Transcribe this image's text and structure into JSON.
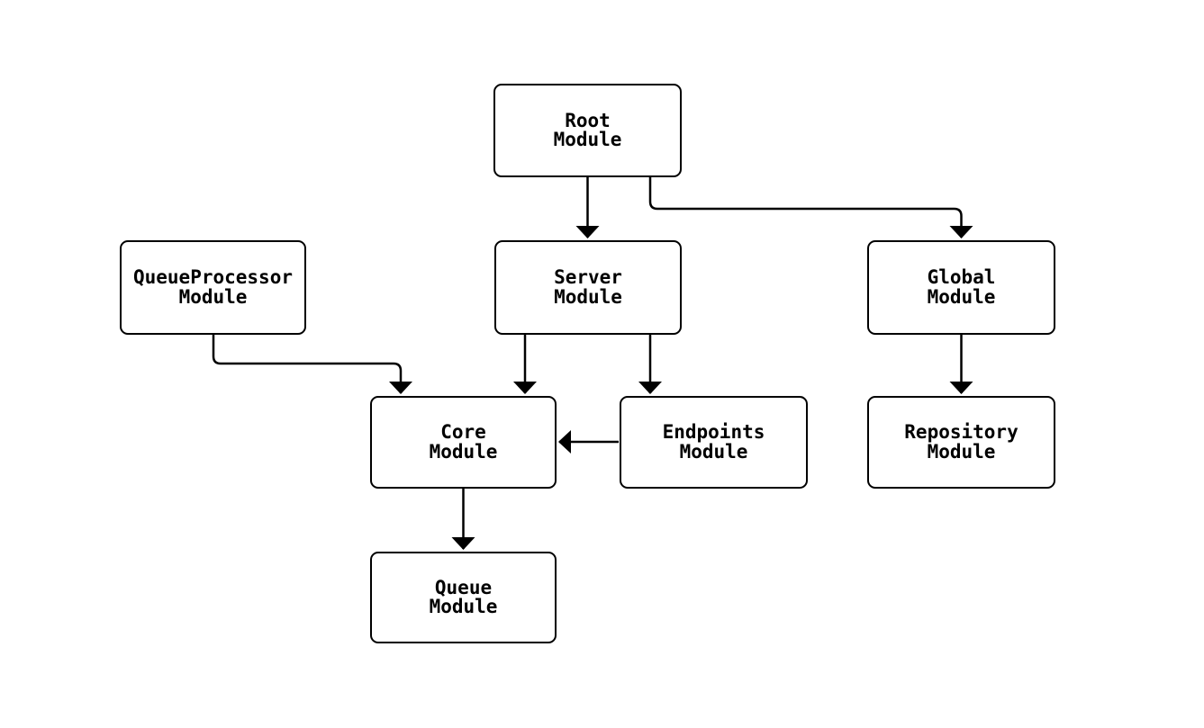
{
  "diagram": {
    "type": "flowchart",
    "colors": {
      "background": "#ffffff",
      "node_fill": "#ffffff",
      "node_border": "#000000",
      "edge_stroke": "#000000",
      "text": "#000000"
    },
    "nodes": {
      "root": {
        "line1": "Root",
        "line2": "Module"
      },
      "queueprocessor": {
        "line1": "QueueProcessor",
        "line2": "Module"
      },
      "server": {
        "line1": "Server",
        "line2": "Module"
      },
      "global": {
        "line1": "Global",
        "line2": "Module"
      },
      "core": {
        "line1": "Core",
        "line2": "Module"
      },
      "endpoints": {
        "line1": "Endpoints",
        "line2": "Module"
      },
      "repository": {
        "line1": "Repository",
        "line2": "Module"
      },
      "queue": {
        "line1": "Queue",
        "line2": "Module"
      }
    },
    "edges": [
      {
        "from": "Root Module",
        "to": "Server Module"
      },
      {
        "from": "Root Module",
        "to": "Global Module"
      },
      {
        "from": "QueueProcessor Module",
        "to": "Core Module"
      },
      {
        "from": "Server Module",
        "to": "Core Module"
      },
      {
        "from": "Server Module",
        "to": "Endpoints Module"
      },
      {
        "from": "Endpoints Module",
        "to": "Core Module"
      },
      {
        "from": "Global Module",
        "to": "Repository Module"
      },
      {
        "from": "Core Module",
        "to": "Queue Module"
      }
    ]
  }
}
